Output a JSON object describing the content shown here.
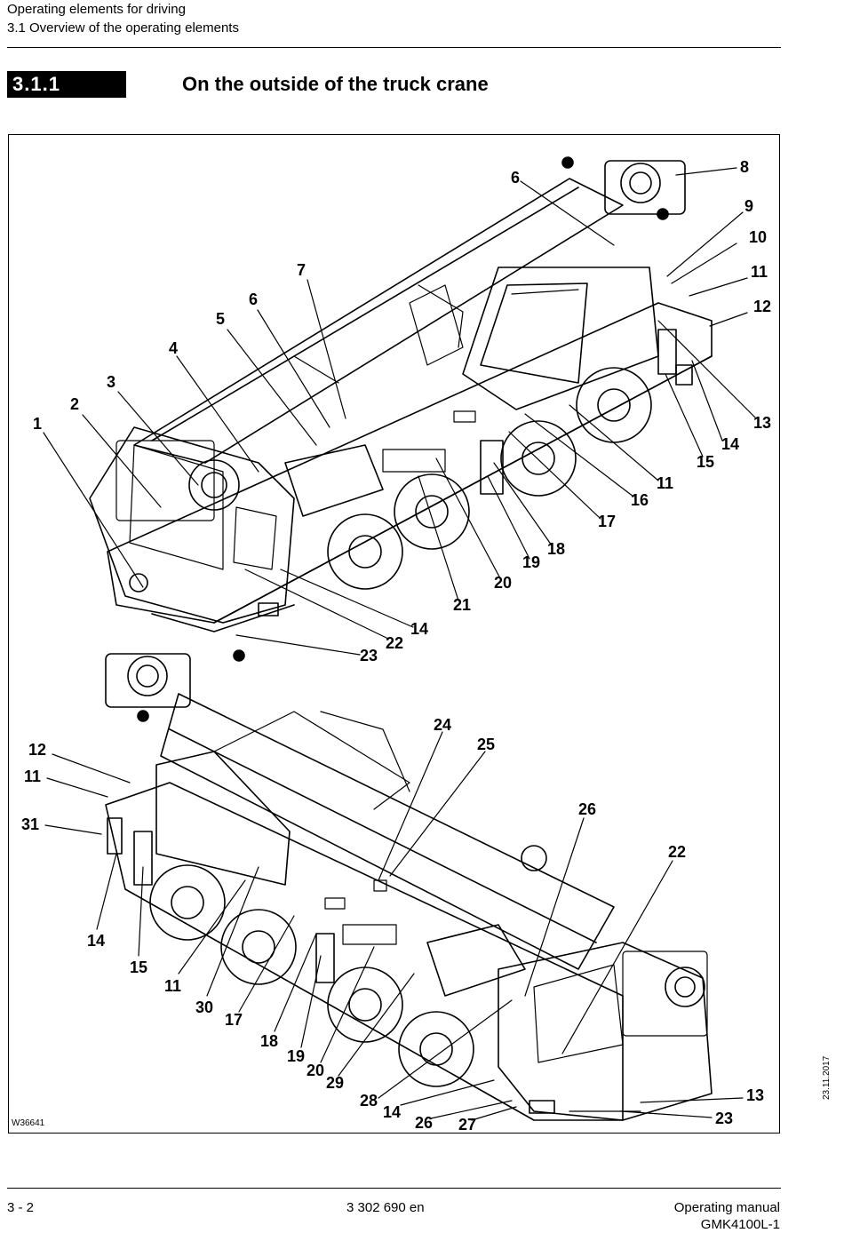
{
  "header": {
    "line1": "Operating elements for driving",
    "line2": "3.1 Overview of the operating elements"
  },
  "section": {
    "number": "3.1.1",
    "title": "On the outside of the truck crane"
  },
  "figure": {
    "code": "W36641",
    "side_date": "23.11.2017",
    "top_view_callouts": [
      "1",
      "2",
      "3",
      "4",
      "5",
      "6",
      "6",
      "7",
      "8",
      "9",
      "10",
      "11",
      "11",
      "12",
      "13",
      "14",
      "14",
      "15",
      "16",
      "17",
      "18",
      "19",
      "20",
      "21",
      "22",
      "23"
    ],
    "bottom_view_callouts": [
      "11",
      "11",
      "12",
      "13",
      "14",
      "14",
      "15",
      "17",
      "18",
      "19",
      "20",
      "22",
      "23",
      "24",
      "25",
      "26",
      "26",
      "27",
      "28",
      "29",
      "30",
      "31"
    ]
  },
  "footer": {
    "page": "3 - 2",
    "doc_number": "3 302 690 en",
    "manual": "Operating manual",
    "model": "GMK4100L-1"
  }
}
